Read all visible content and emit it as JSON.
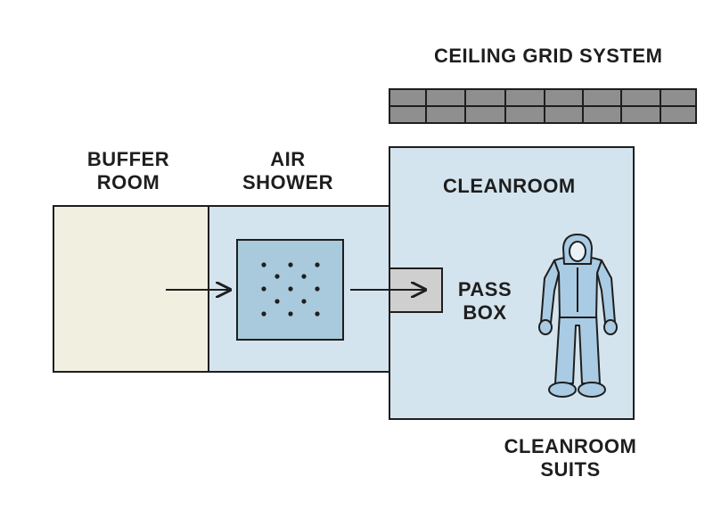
{
  "labels": {
    "ceiling_grid": "CEILING GRID SYSTEM",
    "buffer_room_line1": "BUFFER",
    "buffer_room_line2": "ROOM",
    "air_shower_line1": "AIR",
    "air_shower_line2": "SHOWER",
    "cleanroom": "CLEANROOM",
    "pass_box_line1": "PASS",
    "pass_box_line2": "BOX",
    "suits_line1": "CLEANROOM",
    "suits_line2": "SUITS"
  },
  "colors": {
    "buffer_room_fill": "#f1efdf",
    "air_shower_fill": "#d4e4ee",
    "cleanroom_fill": "#d4e4ee",
    "air_shower_panel_fill": "#a9cadc",
    "pass_box_fill": "#cfcfcf",
    "ceiling_grid_fill": "#8f8f8f",
    "suit_fill": "#a9cbe3",
    "outline": "#1e1e1e"
  },
  "icons": {
    "suit": "cleanroom-suit-figure-icon",
    "flow_arrows": "right-arrow-icon"
  }
}
